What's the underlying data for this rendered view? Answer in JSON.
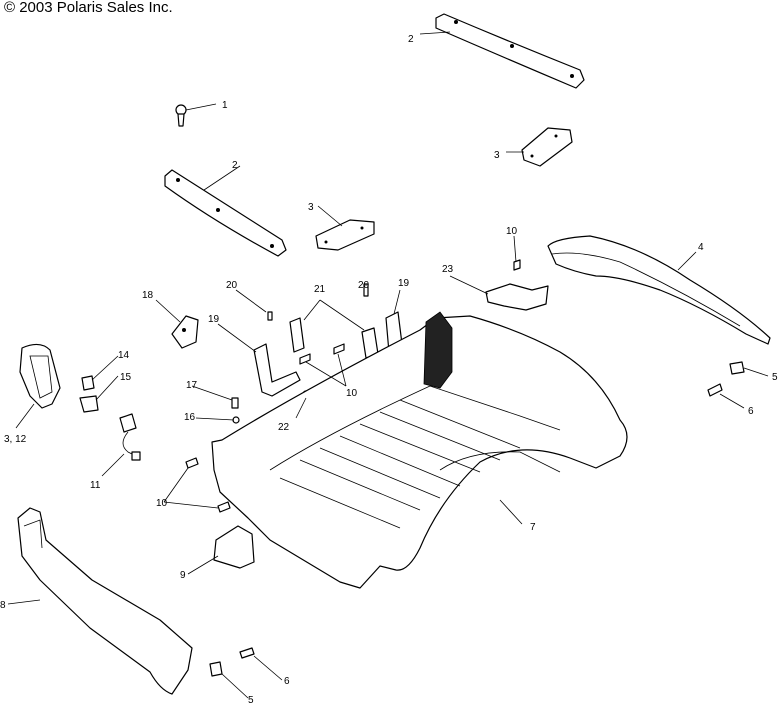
{
  "header": {
    "copyright": "© 2003 Polaris Sales Inc."
  },
  "callouts": {
    "c1": "1",
    "c2a": "2",
    "c2b": "2",
    "c3a": "3",
    "c3b": "3",
    "c4": "4",
    "c5a": "5",
    "c5b": "5",
    "c6a": "6",
    "c6b": "6",
    "c7": "7",
    "c8": "8",
    "c9": "9",
    "c10a": "10",
    "c10b": "10",
    "c10c": "10",
    "c11": "11",
    "c12": "3, 12",
    "c14": "14",
    "c15": "15",
    "c16": "16",
    "c17": "17",
    "c18": "18",
    "c19a": "19",
    "c19b": "19",
    "c20a": "20",
    "c20b": "20",
    "c21": "21",
    "c22": "22",
    "c23": "23"
  }
}
